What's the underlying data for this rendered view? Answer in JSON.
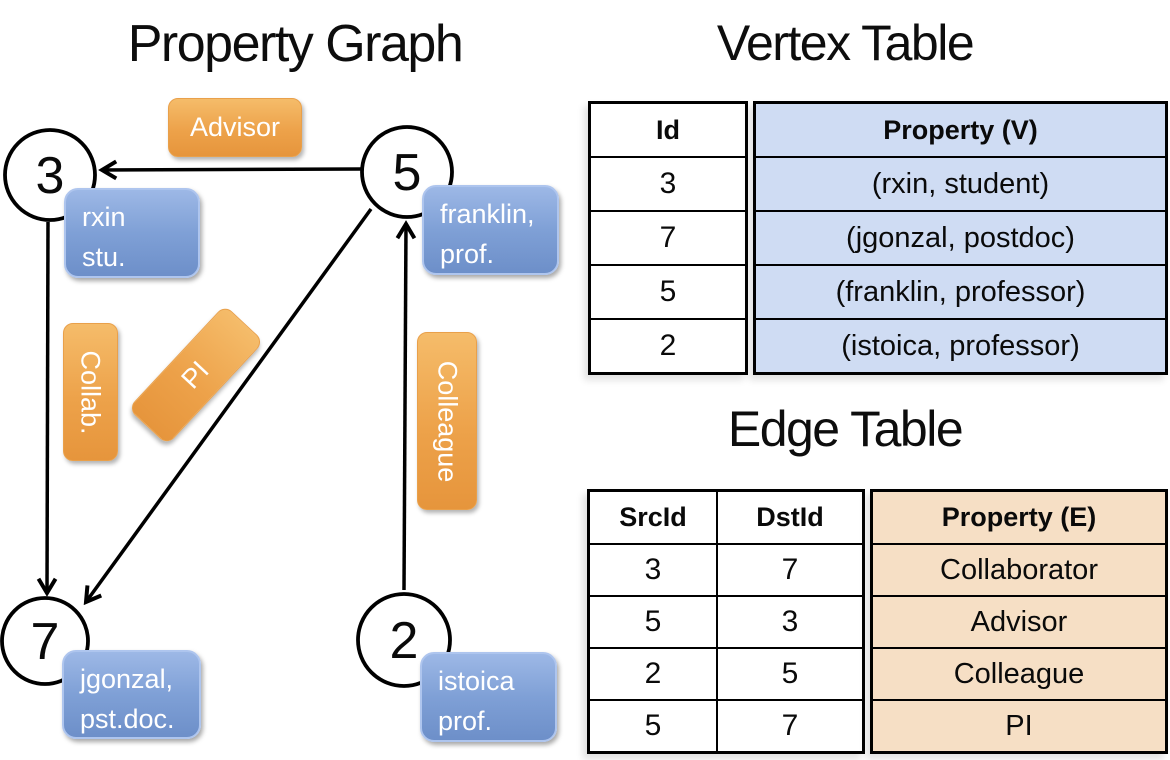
{
  "graph": {
    "title": "Property Graph",
    "vertices": [
      {
        "id": "3",
        "lines": [
          "rxin",
          "stu."
        ]
      },
      {
        "id": "5",
        "lines": [
          "franklin,",
          "prof."
        ]
      },
      {
        "id": "7",
        "lines": [
          "jgonzal,",
          "pst.doc."
        ]
      },
      {
        "id": "2",
        "lines": [
          "istoica",
          "prof."
        ]
      }
    ],
    "edges": [
      {
        "src": "5",
        "dst": "3",
        "label": "Advisor"
      },
      {
        "src": "3",
        "dst": "7",
        "label": "Collab."
      },
      {
        "src": "5",
        "dst": "7",
        "label": "PI"
      },
      {
        "src": "2",
        "dst": "5",
        "label": "Colleague"
      }
    ]
  },
  "vertex_table": {
    "title": "Vertex Table",
    "columns": [
      "Id",
      "Property (V)"
    ],
    "rows": [
      [
        "3",
        "(rxin, student)"
      ],
      [
        "7",
        "(jgonzal, postdoc)"
      ],
      [
        "5",
        "(franklin, professor)"
      ],
      [
        "2",
        "(istoica, professor)"
      ]
    ]
  },
  "edge_table": {
    "title": "Edge Table",
    "columns": [
      "SrcId",
      "DstId",
      "Property (E)"
    ],
    "rows": [
      [
        "3",
        "7",
        "Collaborator"
      ],
      [
        "5",
        "3",
        "Advisor"
      ],
      [
        "2",
        "5",
        "Colleague"
      ],
      [
        "5",
        "7",
        "PI"
      ]
    ]
  },
  "colors": {
    "edge_label_box": "#eda24a",
    "vertex_label_box": "#7fa0d6",
    "vertex_property_bg": "#cfdcf3",
    "edge_property_bg": "#f6dfc5",
    "line": "#000000"
  }
}
